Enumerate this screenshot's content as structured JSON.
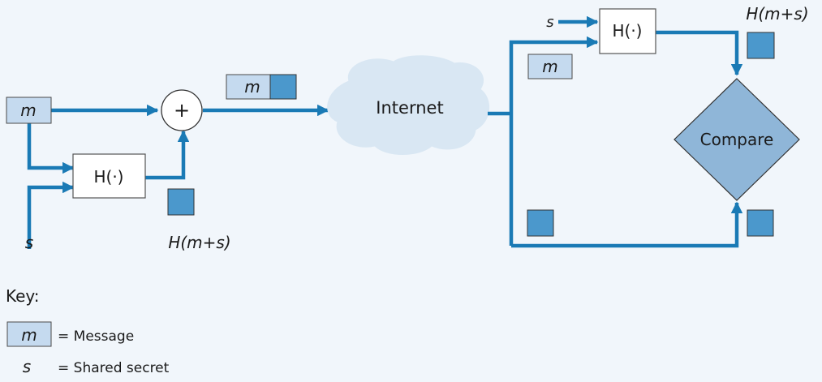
{
  "diagram": {
    "sender": {
      "message_label": "m",
      "secret_label": "s",
      "hash_label": "H(·)",
      "combiner_symbol": "+",
      "hash_output_label": "H(m+s)"
    },
    "packet": {
      "message_label": "m"
    },
    "network": {
      "label": "Internet"
    },
    "receiver": {
      "secret_label": "s",
      "hash_label": "H(·)",
      "message_label": "m",
      "hash_output_label": "H(m+s)",
      "compare_label": "Compare"
    },
    "key": {
      "title": "Key:",
      "message_symbol": "m",
      "message_desc": "= Message",
      "secret_symbol": "s",
      "secret_desc": "= Shared secret"
    }
  },
  "colors": {
    "arrow": "#1a7ab5",
    "message_box": "#c5daef",
    "hash_square": "#4b98cc",
    "compare_fill": "#8fb6d8",
    "cloud": "#d9e7f3",
    "background": "#f1f6fb"
  }
}
